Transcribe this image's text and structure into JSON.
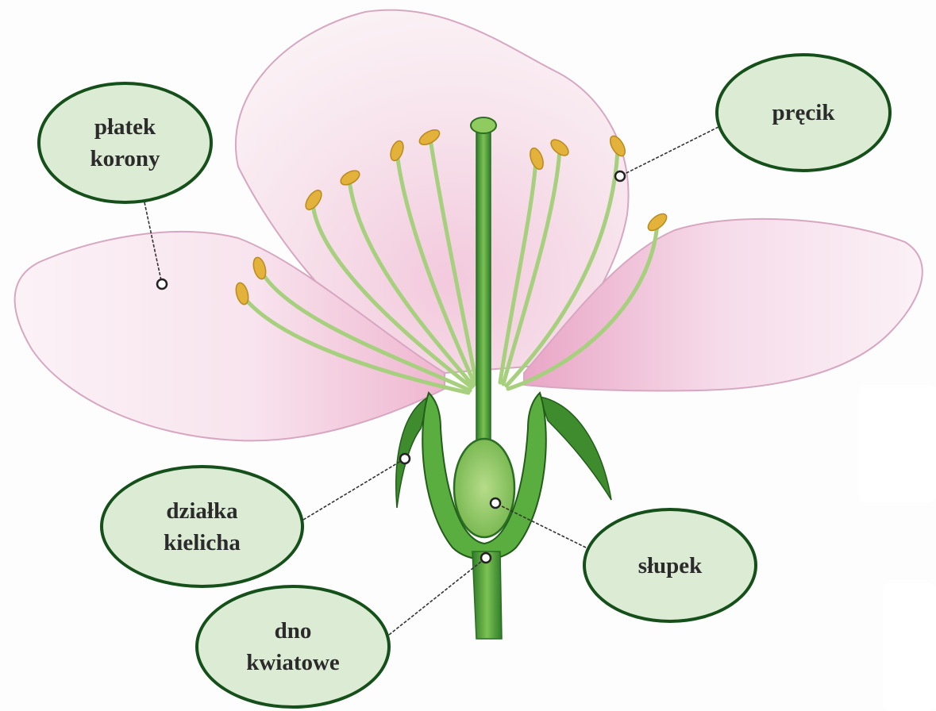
{
  "diagram": {
    "labels": {
      "petal": {
        "line1": "płatek",
        "line2": "korony"
      },
      "stamen": {
        "line1": "pręcik"
      },
      "sepal": {
        "line1": "działka",
        "line2": "kielicha"
      },
      "receptacle": {
        "line1": "dno",
        "line2": "kwiatowe"
      },
      "pistil": {
        "line1": "słupek"
      }
    }
  },
  "colors": {
    "label_fill": "#dcebd3",
    "label_border": "#15501a",
    "petal_pink": "#d98fb5",
    "stem_green": "#4fa63a",
    "anther_yellow": "#e2b23a",
    "leader_line": "#333333"
  }
}
